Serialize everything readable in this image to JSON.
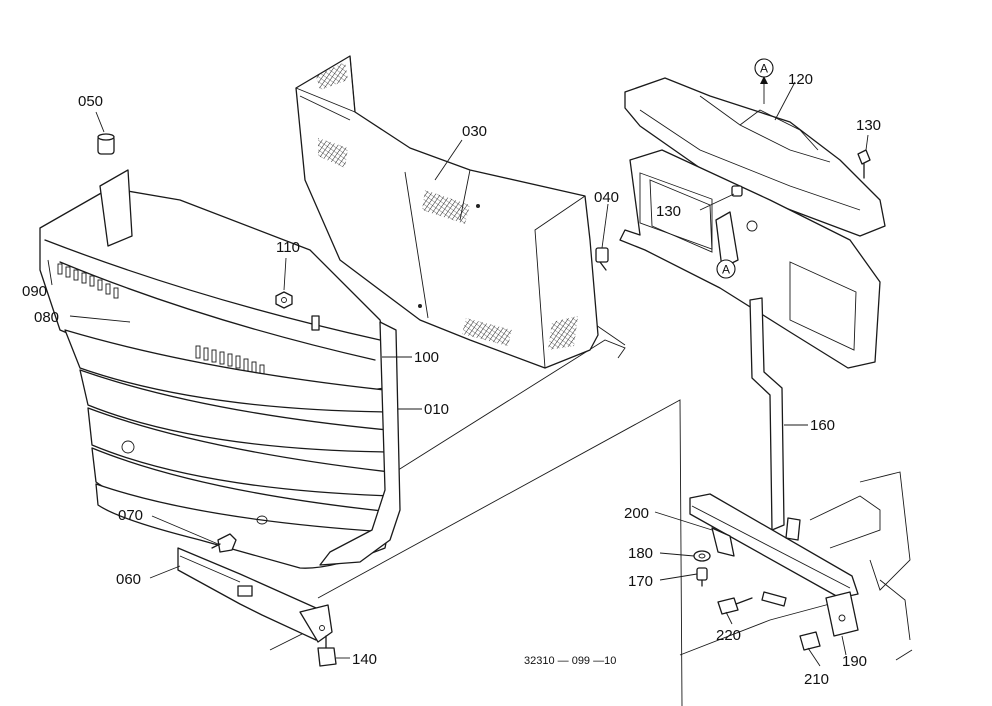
{
  "figure_code": "32310 — 099 —10",
  "callout_marker": "A",
  "part_labels": {
    "p010": "010",
    "p030": "030",
    "p040": "040",
    "p050": "050",
    "p060": "060",
    "p070": "070",
    "p080": "080",
    "p090": "090",
    "p100": "100",
    "p110": "110",
    "p120": "120",
    "p130a": "130",
    "p130b": "130",
    "p140": "140",
    "p160": "160",
    "p170": "170",
    "p180": "180",
    "p190": "190",
    "p200": "200",
    "p210": "210",
    "p220": "220"
  }
}
